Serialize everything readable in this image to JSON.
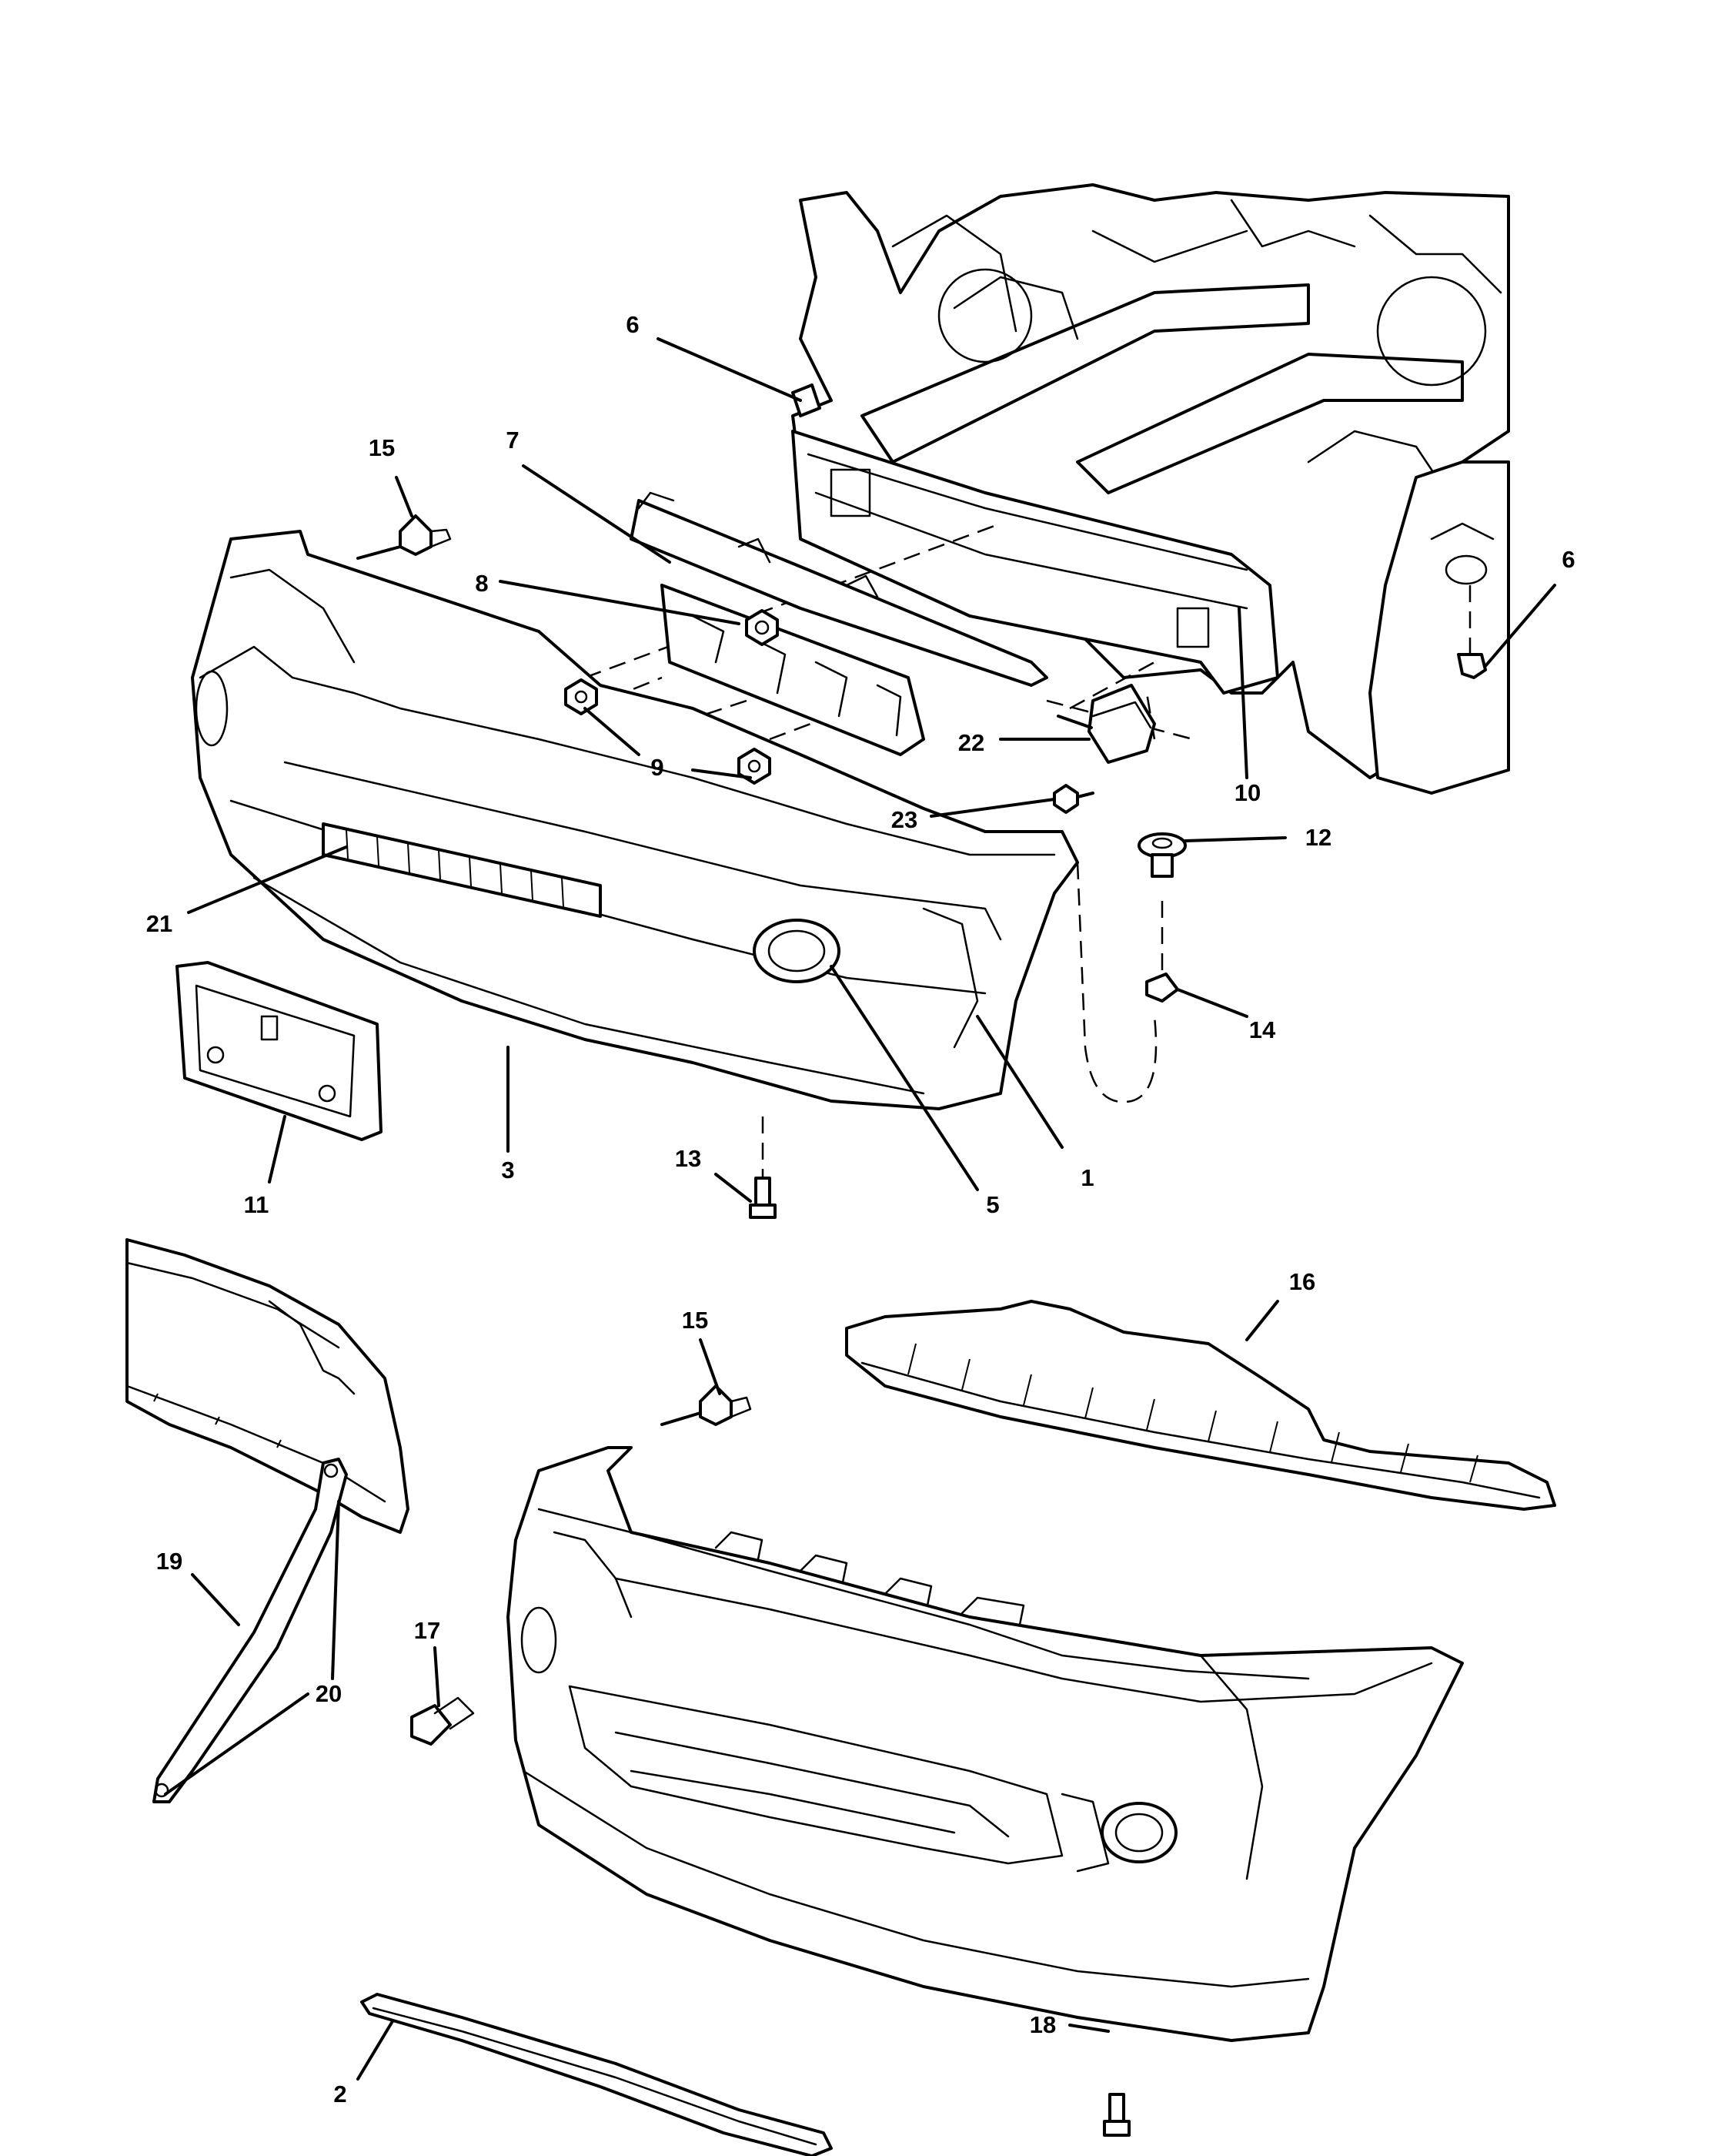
{
  "diagram": {
    "callouts": [
      {
        "id": "1",
        "text": "1"
      },
      {
        "id": "2",
        "text": "2"
      },
      {
        "id": "3",
        "text": "3"
      },
      {
        "id": "5",
        "text": "5"
      },
      {
        "id": "6a",
        "text": "6"
      },
      {
        "id": "6b",
        "text": "6"
      },
      {
        "id": "7",
        "text": "7"
      },
      {
        "id": "8",
        "text": "8"
      },
      {
        "id": "9",
        "text": "9"
      },
      {
        "id": "10",
        "text": "10"
      },
      {
        "id": "11",
        "text": "11"
      },
      {
        "id": "12",
        "text": "12"
      },
      {
        "id": "13",
        "text": "13"
      },
      {
        "id": "14",
        "text": "14"
      },
      {
        "id": "15a",
        "text": "15"
      },
      {
        "id": "15b",
        "text": "15"
      },
      {
        "id": "16",
        "text": "16"
      },
      {
        "id": "17",
        "text": "17"
      },
      {
        "id": "18",
        "text": "18"
      },
      {
        "id": "19",
        "text": "19"
      },
      {
        "id": "20",
        "text": "20"
      },
      {
        "id": "21",
        "text": "21"
      },
      {
        "id": "22",
        "text": "22"
      },
      {
        "id": "23",
        "text": "23"
      }
    ]
  }
}
